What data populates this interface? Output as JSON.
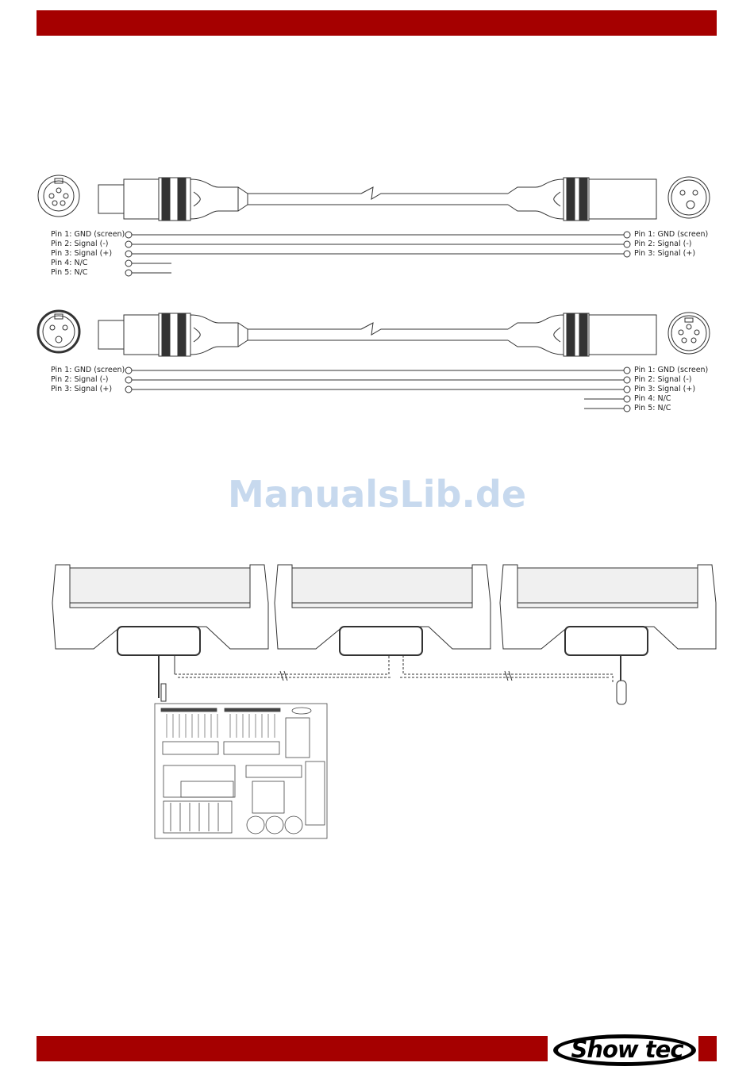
{
  "cable1": {
    "left_pins": [
      "Pin 1: GND (screen)",
      "Pin 2: Signal (-)",
      "Pin 3: Signal (+)",
      "Pin 4: N/C",
      "Pin 5: N/C"
    ],
    "right_pins": [
      "Pin 1: GND (screen)",
      "Pin 2: Signal (-)",
      "Pin 3: Signal (+)"
    ]
  },
  "cable2": {
    "left_pins": [
      "Pin 1: GND (screen)",
      "Pin 2: Signal (-)",
      "Pin 3: Signal (+)"
    ],
    "right_pins": [
      "Pin 1: GND (screen)",
      "Pin 2: Signal (-)",
      "Pin 3: Signal (+)",
      "Pin 4: N/C",
      "Pin 5: N/C"
    ]
  },
  "watermark": "ManualsLib.de",
  "brand": {
    "logo_text": "Show tec",
    "bar_color": "#a50000"
  }
}
